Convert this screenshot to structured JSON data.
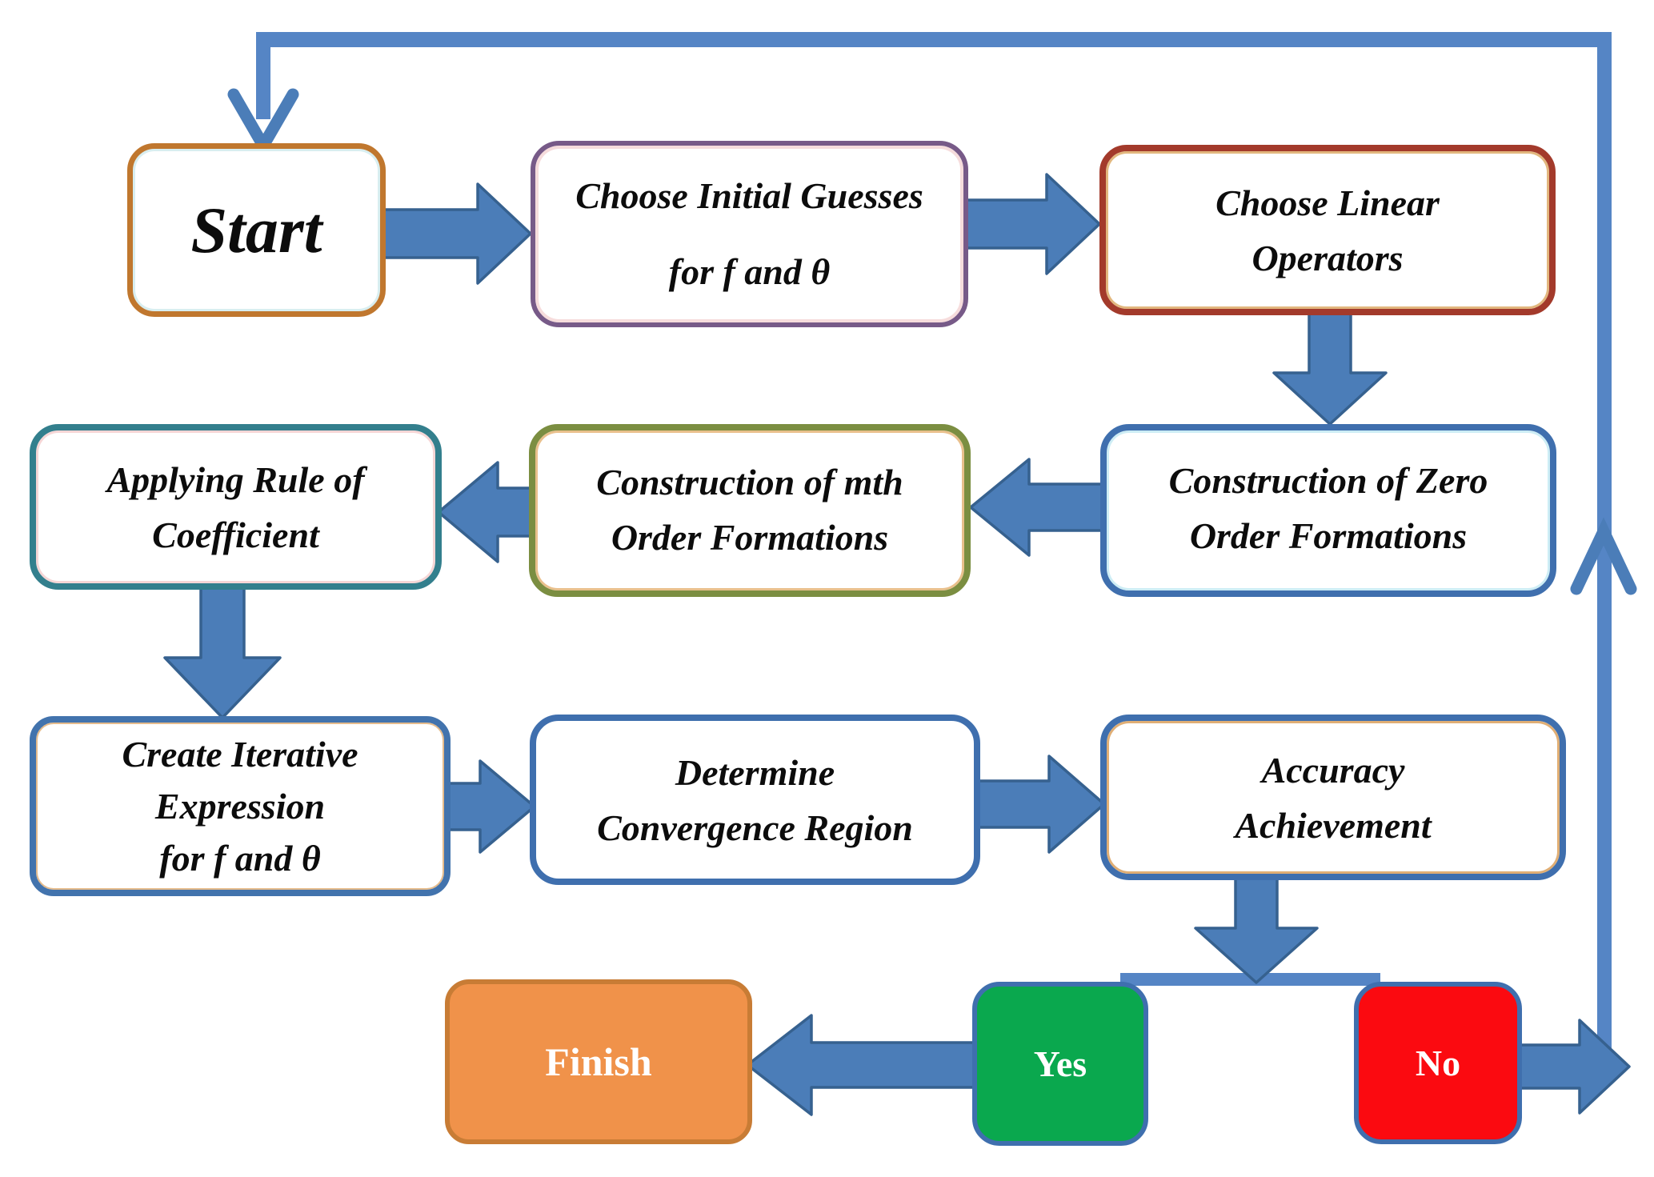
{
  "figure": {
    "type": "flowchart",
    "title": "Iterative method flow diagram"
  },
  "nodes": {
    "start": {
      "label": "Start",
      "border": "#c0772e"
    },
    "initial_guesses": {
      "lines": [
        "Choose Initial Guesses",
        "for f and θ"
      ],
      "border": "#775a88"
    },
    "linear_operators": {
      "lines": [
        "Choose Linear",
        "Operators"
      ],
      "border": "#a33a2b"
    },
    "zero_order": {
      "lines": [
        "Construction of Zero",
        "Order Formations"
      ],
      "border": "#3f6fae"
    },
    "mth_order": {
      "lines": [
        "Construction of mth",
        "Order Formations"
      ],
      "border": "#7b8e41"
    },
    "rule_of_coefficient": {
      "lines": [
        "Applying Rule of",
        "Coefficient"
      ],
      "border": "#337f8d"
    },
    "iterative_expression": {
      "lines": [
        "Create Iterative",
        "Expression",
        "for f and θ"
      ],
      "border": "#4273ad"
    },
    "convergence_region": {
      "lines": [
        "Determine",
        "Convergence Region"
      ],
      "border": "#3f6fae"
    },
    "accuracy_achievement": {
      "lines": [
        "Accuracy",
        "Achievement"
      ],
      "border": "#3f6fae"
    },
    "finish": {
      "label": "Finish",
      "fill": "#f0924a",
      "border": "#c87c35",
      "text": "#ffffff"
    },
    "yes": {
      "label": "Yes",
      "fill": "#0aa84e",
      "border": "#3f6fae",
      "text": "#ffffff"
    },
    "no": {
      "label": "No",
      "fill": "#fb0a10",
      "border": "#3f6fae",
      "text": "#ffffff"
    }
  },
  "edges": [
    {
      "from": "start",
      "to": "initial_guesses"
    },
    {
      "from": "initial_guesses",
      "to": "linear_operators"
    },
    {
      "from": "linear_operators",
      "to": "zero_order"
    },
    {
      "from": "zero_order",
      "to": "mth_order"
    },
    {
      "from": "mth_order",
      "to": "rule_of_coefficient"
    },
    {
      "from": "rule_of_coefficient",
      "to": "iterative_expression"
    },
    {
      "from": "iterative_expression",
      "to": "convergence_region"
    },
    {
      "from": "convergence_region",
      "to": "accuracy_achievement"
    },
    {
      "from": "accuracy_achievement",
      "to": "decision_bar"
    },
    {
      "from": "decision_bar",
      "to": "yes"
    },
    {
      "from": "decision_bar",
      "to": "no"
    },
    {
      "from": "yes",
      "to": "finish"
    },
    {
      "from": "no",
      "to": "start",
      "kind": "feedback-loop"
    }
  ],
  "palette": {
    "arrow_fill": "#4b7db8",
    "arrow_outline": "#36618f",
    "line_fill": "#5585c5",
    "background": "#ffffff",
    "text": "#0c0c0c"
  }
}
